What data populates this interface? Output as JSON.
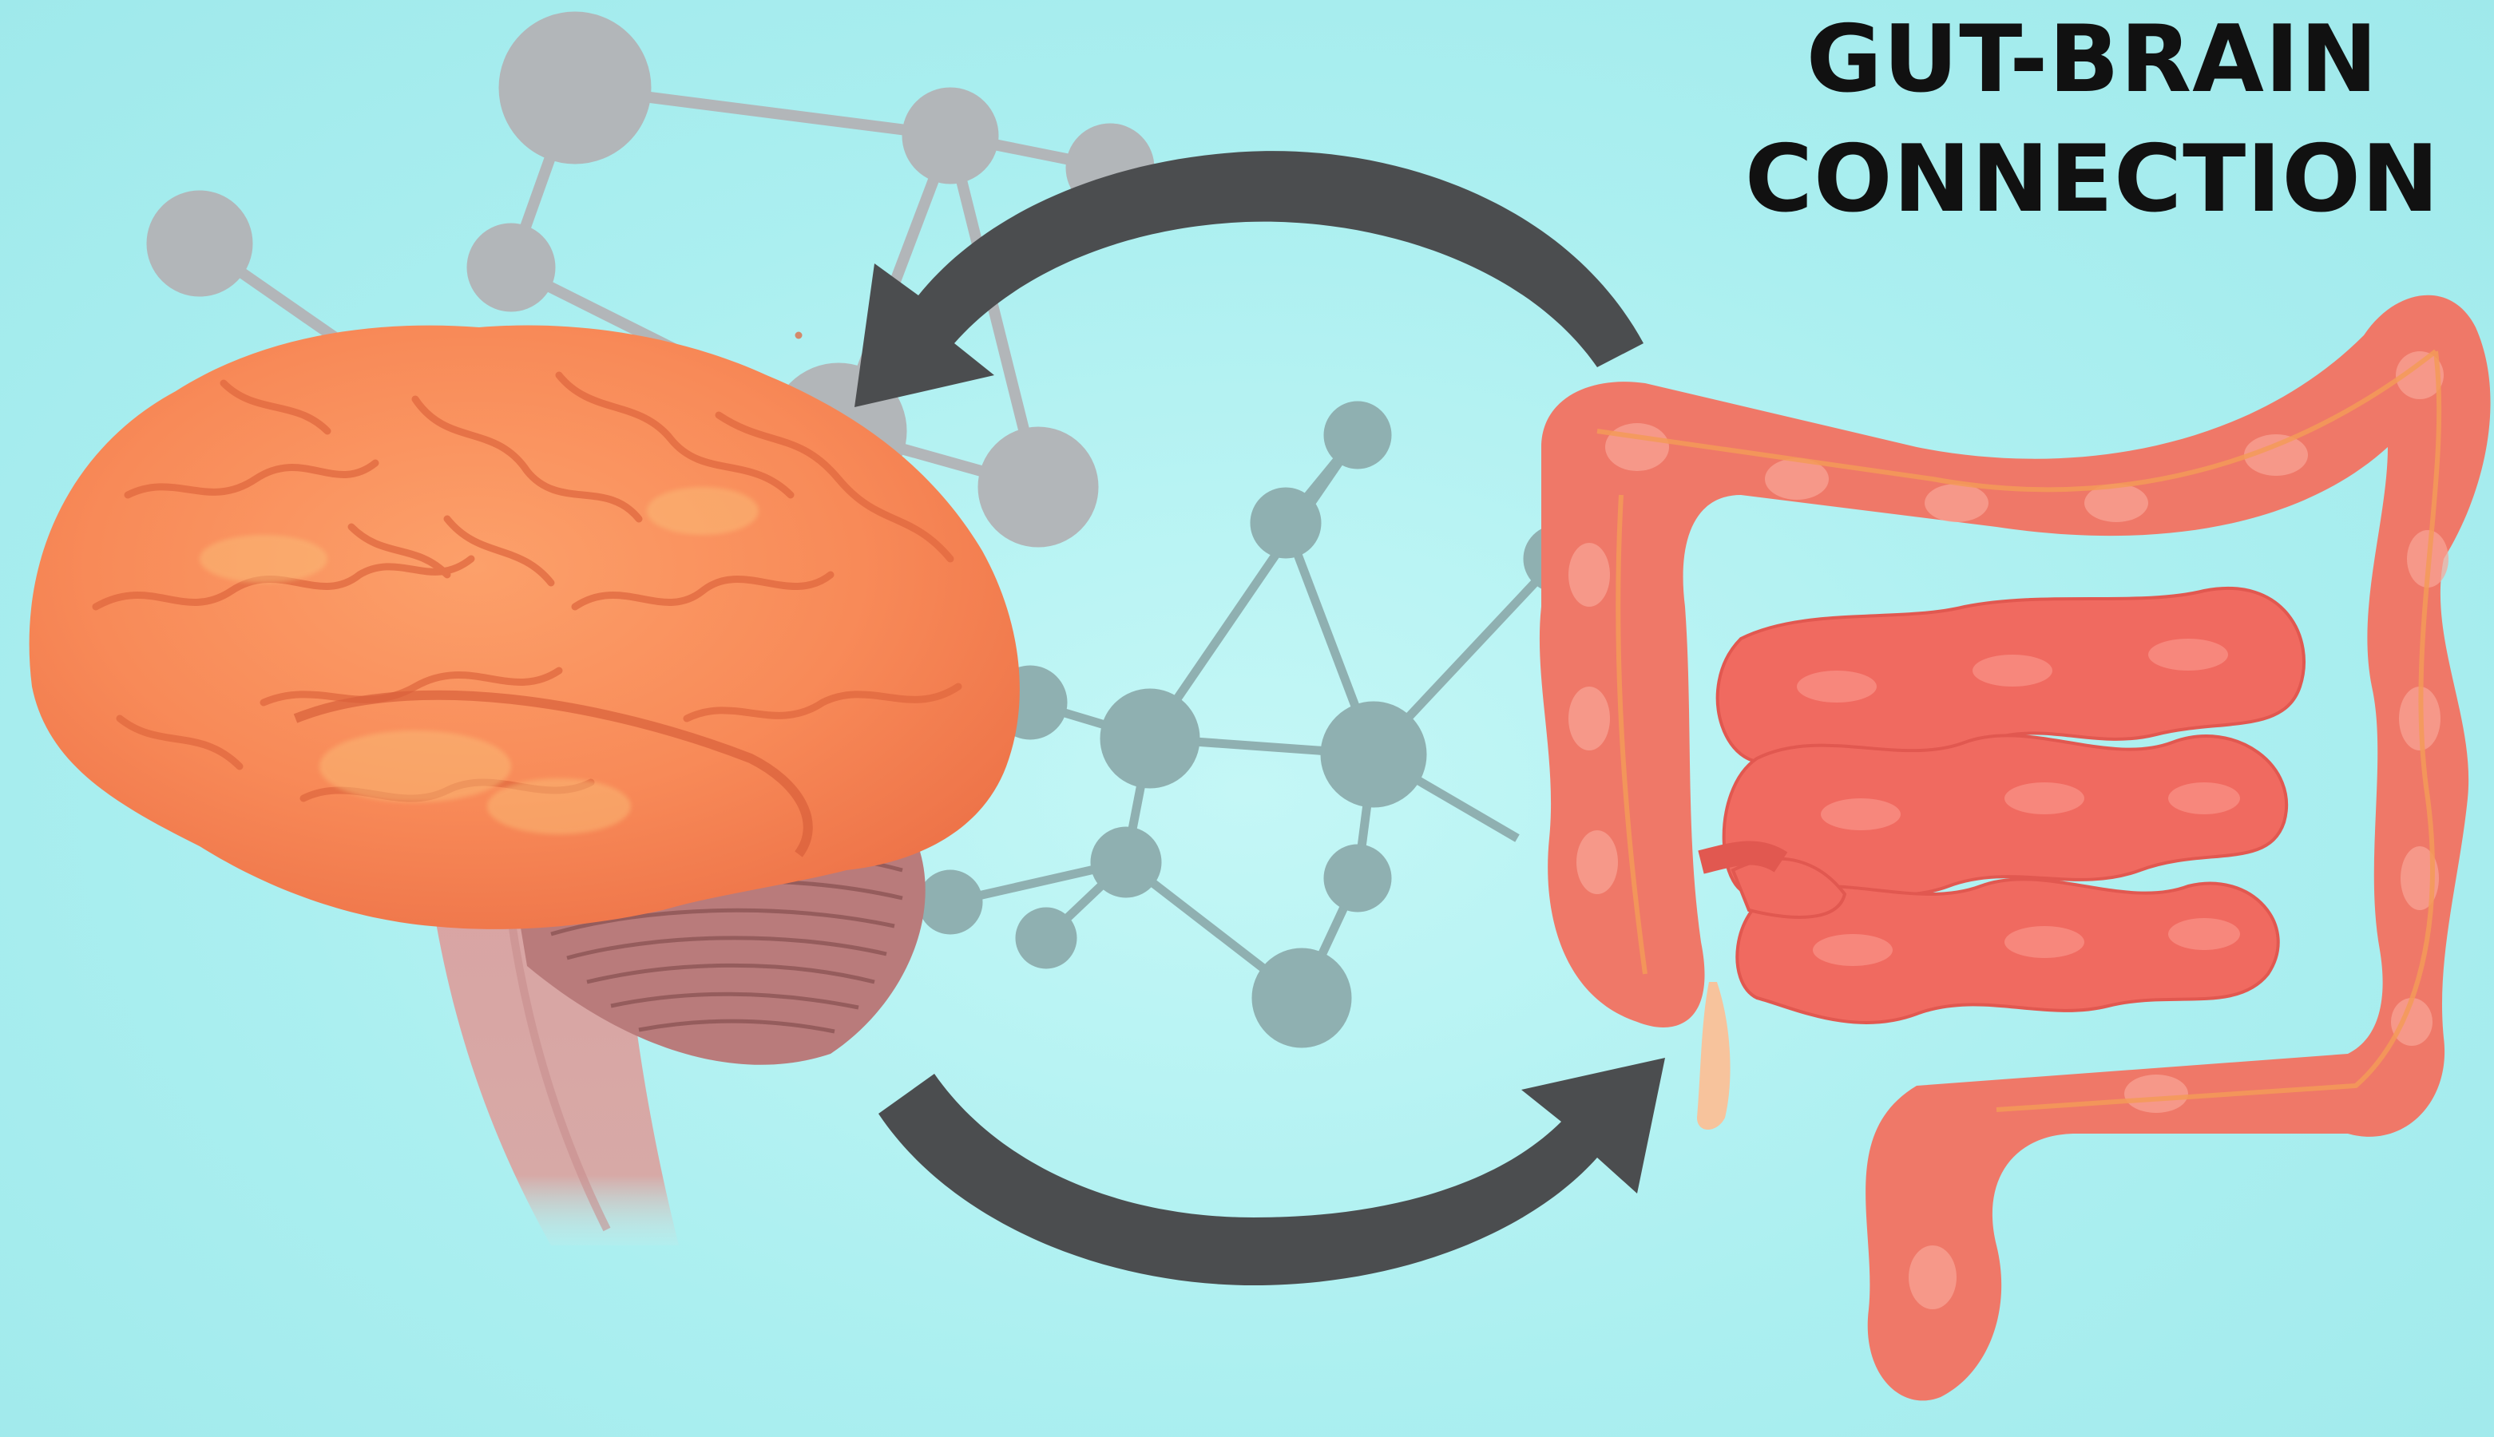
{
  "title": {
    "line1": "GUT-BRAIN",
    "line2": "CONNECTION"
  },
  "colors": {
    "background": "#abeff0",
    "brain": "#f98a5a",
    "brain_highlight": "#fbb06a",
    "cerebellum": "#b77a7a",
    "brainstem": "#d9a7a5",
    "intestine": "#f07a6c",
    "intestine_light": "#f9a192",
    "arrows": "#4a4c4e",
    "molecule_back": "#b4b8bb",
    "molecule_front": "#8eaeb0",
    "appendix": "#f7c29a"
  },
  "icons": {
    "brain": "brain-illustration",
    "intestine": "intestine-illustration",
    "molecule": "molecule-network",
    "arrow_top": "curved-arrow-left-icon",
    "arrow_bottom": "curved-arrow-right-icon"
  }
}
